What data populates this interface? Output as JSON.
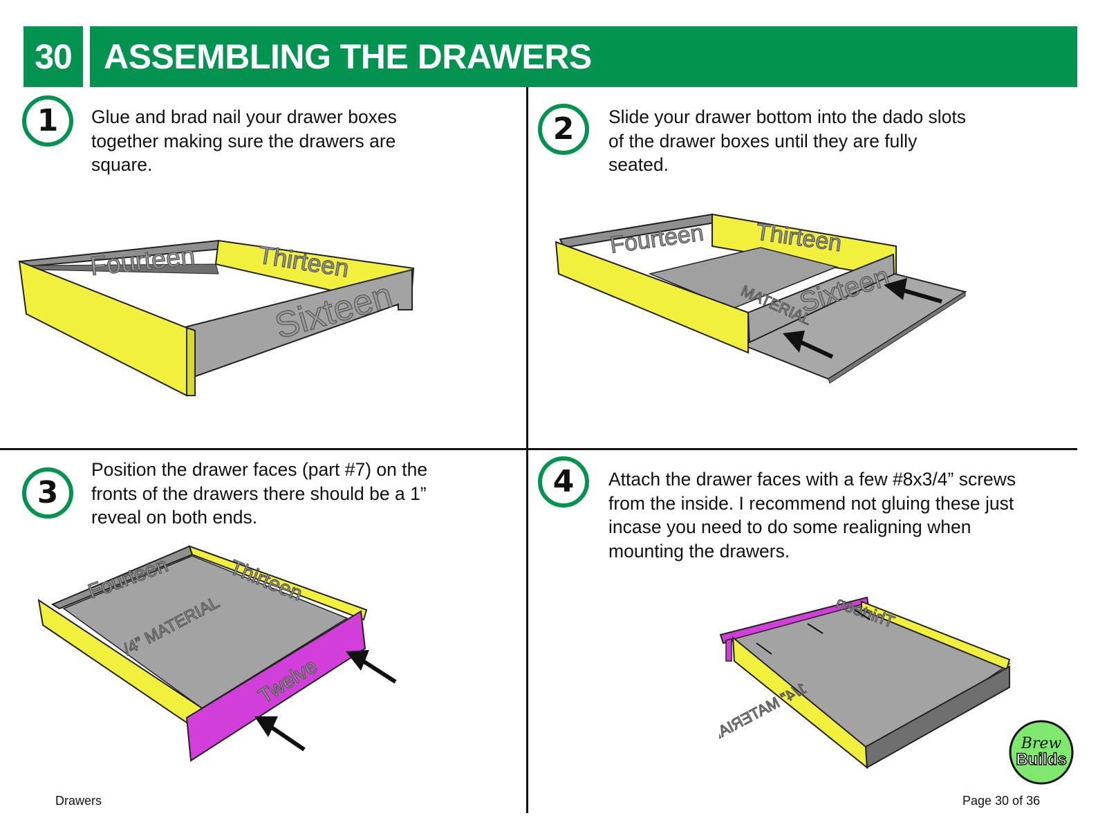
{
  "header": {
    "number": "30",
    "title": "ASSEMBLING THE DRAWERS"
  },
  "steps": [
    {
      "number": "1",
      "text": "Glue and brad nail your drawer boxes together making sure the drawers are square."
    },
    {
      "number": "2",
      "text": "Slide your drawer bottom into the dado slots of the drawer boxes until they are fully seated."
    },
    {
      "number": "3",
      "text": "Position the drawer faces (part #7) on the fronts of the drawers there should be a 1” reveal on both ends."
    },
    {
      "number": "4",
      "text": "Attach the drawer faces with a few #8x3/4” screws from the inside. I recommend not gluing these just incase you need to do some realigning when mounting the drawers."
    }
  ],
  "illustrations": {
    "one": {
      "back": "Fourteen",
      "right": "Thirteen",
      "front": "Sixteen"
    },
    "two": {
      "back": "Fourteen",
      "right": "Thirteen",
      "front": "Sixteen",
      "bottom": "MATERIAL"
    },
    "three": {
      "back": "Fourteen",
      "right": "Thirteen",
      "face": "Twelve",
      "bottom": "/4” MATERIAL"
    },
    "four": {
      "right": "Thirteen",
      "bottom": "1/4” MATERIAL"
    }
  },
  "colors": {
    "brand_green": "#029350",
    "part_yellow": "#f1f03c",
    "part_gray": "#9c9c9c",
    "face_magenta": "#d23ed9",
    "logo_green": "#7fe86e"
  },
  "logo": {
    "line1": "Brew",
    "line2": "Builds"
  },
  "footer": {
    "section": "Drawers",
    "page": "Page 30 of 36"
  }
}
